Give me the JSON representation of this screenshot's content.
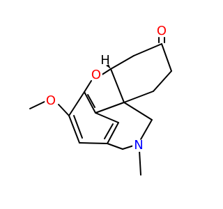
{
  "molecule": {
    "atoms": {
      "ketone_oxygen": "O",
      "ether_oxygen": "O",
      "methoxy_oxygen": "O",
      "amine_nitrogen": "N",
      "chiral_hydrogen": "H"
    },
    "colors": {
      "oxygen": "#ff0000",
      "nitrogen": "#0000ff",
      "bond": "#000000",
      "background": "#ffffff"
    }
  }
}
